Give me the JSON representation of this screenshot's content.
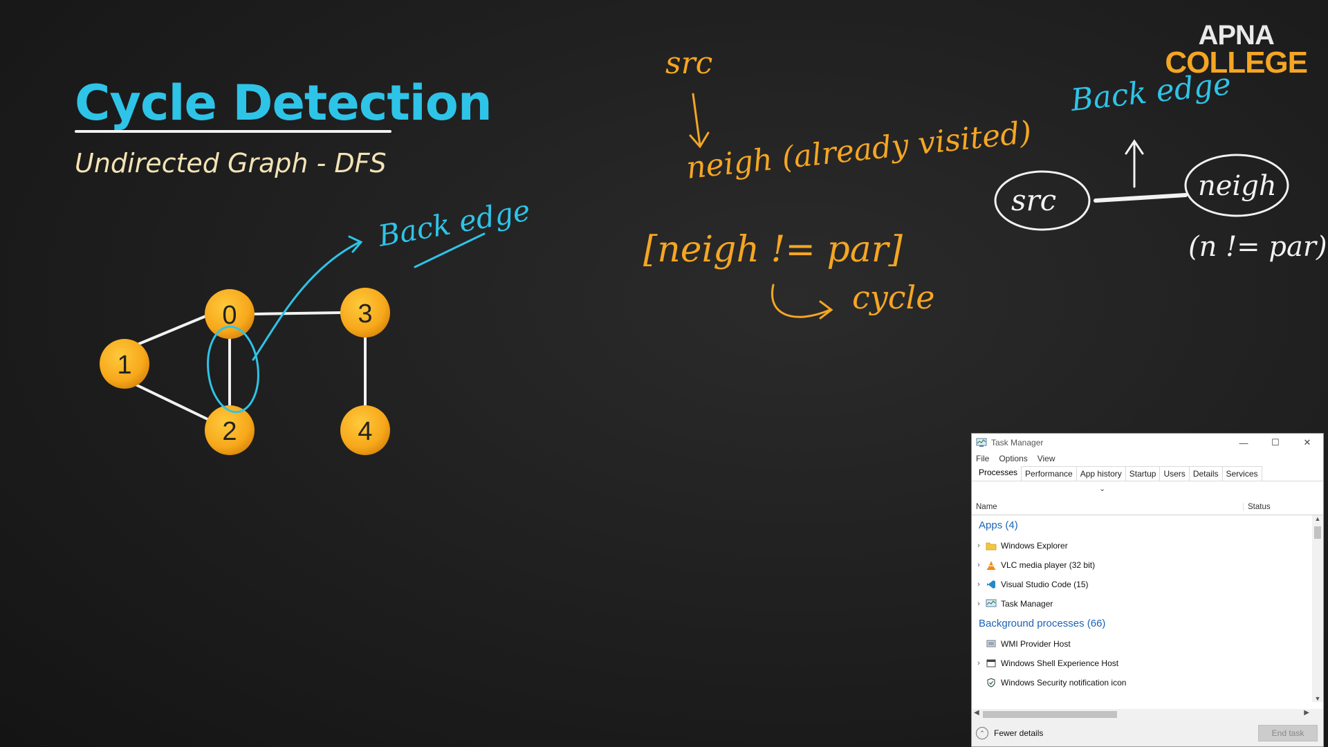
{
  "brand": {
    "line1": "APNA",
    "line2": "COLLEGE"
  },
  "slide": {
    "title": "Cycle Detection",
    "subtitle": "Undirected Graph - DFS"
  },
  "graph": {
    "nodes": [
      {
        "id": "0",
        "label": "0"
      },
      {
        "id": "1",
        "label": "1"
      },
      {
        "id": "2",
        "label": "2"
      },
      {
        "id": "3",
        "label": "3"
      },
      {
        "id": "4",
        "label": "4"
      }
    ],
    "edges": [
      [
        "0",
        "1"
      ],
      [
        "1",
        "2"
      ],
      [
        "0",
        "2"
      ],
      [
        "0",
        "3"
      ],
      [
        "3",
        "4"
      ]
    ]
  },
  "annotations": {
    "graph_back_edge": "Back edge",
    "src": "src",
    "neigh_visited": "neigh (already visited)",
    "condition": "[neigh != par]",
    "cycle": "cycle",
    "back_edge_right": "Back edge",
    "src_node": "src",
    "neigh_node": "neigh",
    "n_cond": "(n != par)"
  },
  "colors": {
    "cyan": "#2ec4e8",
    "orange": "#f5a623",
    "node": "#f7a81b",
    "white": "#f2f2f2"
  },
  "task_manager": {
    "title": "Task Manager",
    "menu": [
      "File",
      "Options",
      "View"
    ],
    "tabs": [
      "Processes",
      "Performance",
      "App history",
      "Startup",
      "Users",
      "Details",
      "Services"
    ],
    "active_tab": "Processes",
    "columns": {
      "name": "Name",
      "status": "Status"
    },
    "apps_header": "Apps (4)",
    "apps": [
      {
        "name": "Windows Explorer",
        "icon": "folder-icon"
      },
      {
        "name": "VLC media player (32 bit)",
        "icon": "vlc-cone-icon"
      },
      {
        "name": "Visual Studio Code (15)",
        "icon": "vscode-icon"
      },
      {
        "name": "Task Manager",
        "icon": "task-manager-icon"
      }
    ],
    "bg_header": "Background processes (66)",
    "bg": [
      {
        "name": "WMI Provider Host",
        "icon": "wmi-icon"
      },
      {
        "name": "Windows Shell Experience Host",
        "icon": "window-icon"
      },
      {
        "name": "Windows Security notification icon",
        "icon": "shield-icon"
      }
    ],
    "fewer_details": "Fewer details",
    "end_task": "End task"
  }
}
